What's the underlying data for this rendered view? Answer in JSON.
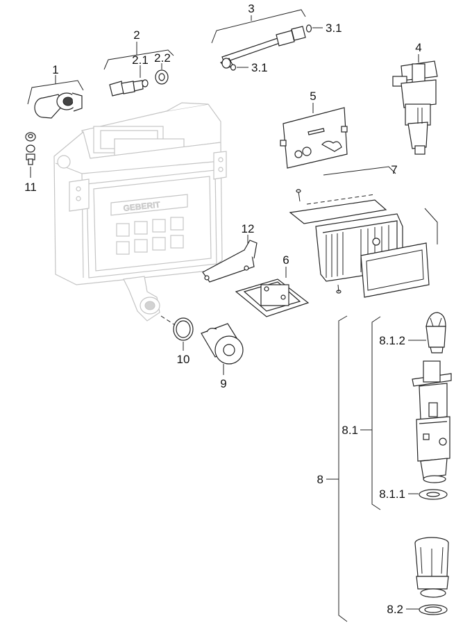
{
  "brand_logo": "GEBERIT",
  "labels": {
    "p1": "1",
    "p2": "2",
    "p2_1": "2.1",
    "p2_2": "2.2",
    "p3": "3",
    "p3_1_top": "3.1",
    "p3_1_bottom": "3.1",
    "p4": "4",
    "p5": "5",
    "p6": "6",
    "p7": "7",
    "p8": "8",
    "p8_1": "8.1",
    "p8_1_1": "8.1.1",
    "p8_1_2": "8.1.2",
    "p8_2": "8.2",
    "p9": "9",
    "p10": "10",
    "p11": "11",
    "p12": "12"
  }
}
